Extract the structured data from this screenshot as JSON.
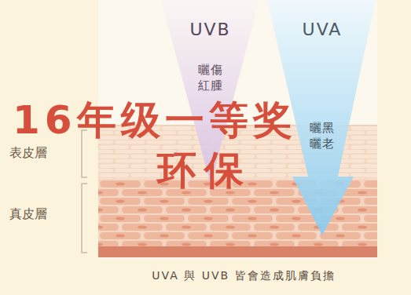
{
  "diagram": {
    "caption": "UVA 與 UVB 皆會造成肌膚負擔",
    "nodes": [
      {
        "text": [
          "UVB",
          "曬傷 紅腫"
        ]
      },
      {
        "text": [
          "UVA",
          "曬黑 曬老"
        ]
      }
    ],
    "labels": [
      "表皮層",
      "真皮層",
      "16年级一等奖",
      "环保"
    ]
  }
}
